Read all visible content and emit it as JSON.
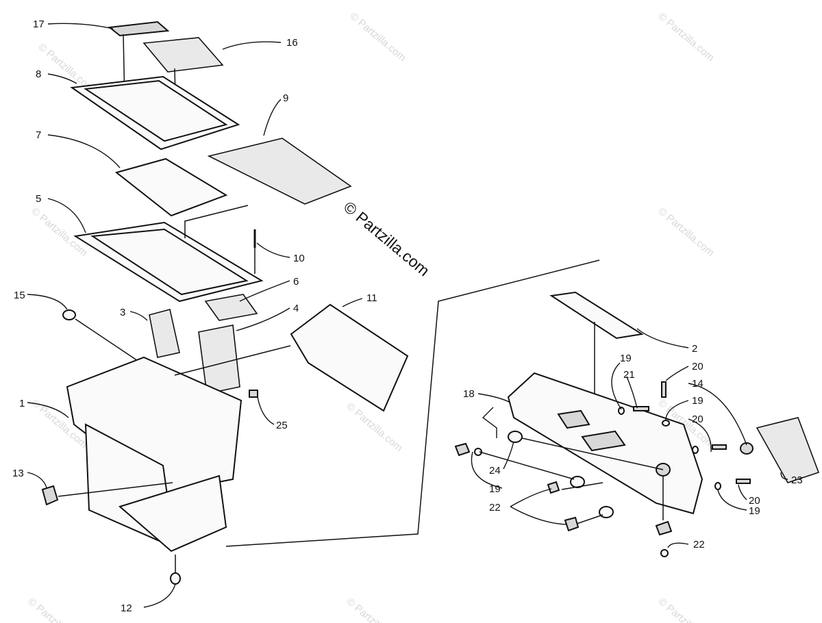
{
  "watermark": {
    "text": "© Partzilla.com",
    "center_text": "© Partzilla.com"
  },
  "callouts": {
    "p1": "1",
    "p2": "2",
    "p3": "3",
    "p4": "4",
    "p5": "5",
    "p6": "6",
    "p7": "7",
    "p8": "8",
    "p9": "9",
    "p10": "10",
    "p11": "11",
    "p12": "12",
    "p13": "13",
    "p14": "14",
    "p15": "15",
    "p16": "16",
    "p17": "17",
    "p18": "18",
    "p19a": "19",
    "p19b": "19",
    "p19c": "19",
    "p19d": "19",
    "p20a": "20",
    "p20b": "20",
    "p20c": "20",
    "p21": "21",
    "p22a": "22",
    "p22b": "22",
    "p23": "23",
    "p24": "24",
    "p25": "25"
  }
}
